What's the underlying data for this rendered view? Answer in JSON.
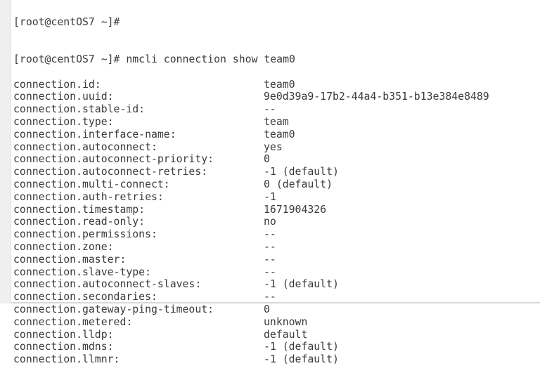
{
  "terminal": {
    "partial_line": "[root@centOS7 ~]#",
    "prompt": "[root@centOS7 ~]# nmcli connection show team0",
    "rows": [
      {
        "key": "connection.id:",
        "value": "team0"
      },
      {
        "key": "connection.uuid:",
        "value": "9e0d39a9-17b2-44a4-b351-b13e384e8489"
      },
      {
        "key": "connection.stable-id:",
        "value": "--"
      },
      {
        "key": "connection.type:",
        "value": "team"
      },
      {
        "key": "connection.interface-name:",
        "value": "team0"
      },
      {
        "key": "connection.autoconnect:",
        "value": "yes"
      },
      {
        "key": "connection.autoconnect-priority:",
        "value": "0"
      },
      {
        "key": "connection.autoconnect-retries:",
        "value": "-1 (default)"
      },
      {
        "key": "connection.multi-connect:",
        "value": "0 (default)"
      },
      {
        "key": "connection.auth-retries:",
        "value": "-1"
      },
      {
        "key": "connection.timestamp:",
        "value": "1671904326"
      },
      {
        "key": "connection.read-only:",
        "value": "no"
      },
      {
        "key": "connection.permissions:",
        "value": "--"
      },
      {
        "key": "connection.zone:",
        "value": "--"
      },
      {
        "key": "connection.master:",
        "value": "--"
      },
      {
        "key": "connection.slave-type:",
        "value": "--"
      },
      {
        "key": "connection.autoconnect-slaves:",
        "value": "-1 (default)"
      },
      {
        "key": "connection.secondaries:",
        "value": "--"
      },
      {
        "key": "connection.gateway-ping-timeout:",
        "value": "0"
      },
      {
        "key": "connection.metered:",
        "value": "unknown"
      },
      {
        "key": "connection.lldp:",
        "value": "default"
      },
      {
        "key": "connection.mdns:",
        "value": "-1 (default)"
      },
      {
        "key": "connection.llmnr:",
        "value": "-1 (default)"
      }
    ]
  }
}
